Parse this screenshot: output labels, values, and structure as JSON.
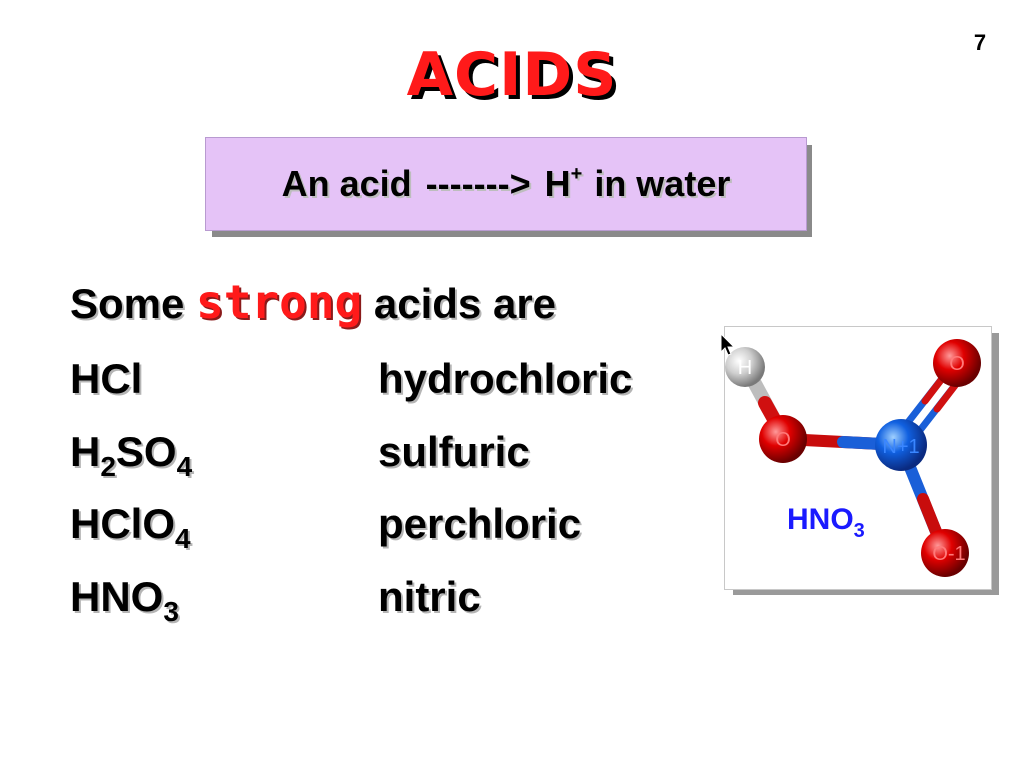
{
  "page_number": "7",
  "title": "ACIDS",
  "definition": {
    "prefix": "An acid",
    "arrow": "------->",
    "ion": "H",
    "ion_charge": "+",
    "suffix": "in water"
  },
  "intro": {
    "before": "Some",
    "emphasis": "strong",
    "after": "acids are"
  },
  "acids": [
    {
      "formula_parts": [
        "HCl"
      ],
      "name": "hydrochloric"
    },
    {
      "formula_parts": [
        "H",
        "2",
        "SO",
        "4"
      ],
      "name": "sulfuric"
    },
    {
      "formula_parts": [
        "HClO",
        "4"
      ],
      "name": "perchloric"
    },
    {
      "formula_parts": [
        "HNO",
        "3"
      ],
      "name": "nitric"
    }
  ],
  "molecule": {
    "caption_main": "HNO",
    "caption_sub": "3",
    "atom_labels": {
      "hydrogen": "H",
      "oxygen_hydroxyl": "O",
      "nitrogen": "N+1",
      "oxygen_double": "O",
      "oxygen_single": "O-1"
    },
    "colors": {
      "hydrogen": "#d8d8d8",
      "oxygen": "#e00000",
      "nitrogen": "#1060e0",
      "caption": "#1a1aff"
    }
  },
  "colors": {
    "title": "#ff1a1a",
    "definition_box": "#e5c3f7",
    "emphasis": "#ff1a1a"
  }
}
